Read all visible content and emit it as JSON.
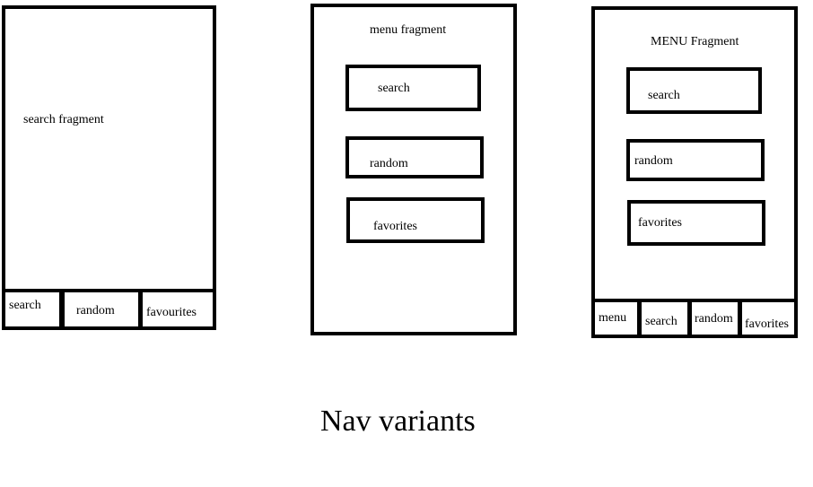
{
  "variant1": {
    "fragment_label": "search fragment",
    "tabs": [
      "search",
      "random",
      "favourites"
    ]
  },
  "variant2": {
    "header": "menu fragment",
    "buttons": [
      "search",
      "random",
      "favorites"
    ]
  },
  "variant3": {
    "header": "MENU Fragment",
    "buttons": [
      "search",
      "random",
      "favorites"
    ],
    "tabs": [
      "menu",
      "search",
      "random",
      "favorites"
    ]
  },
  "caption": "Nav variants"
}
